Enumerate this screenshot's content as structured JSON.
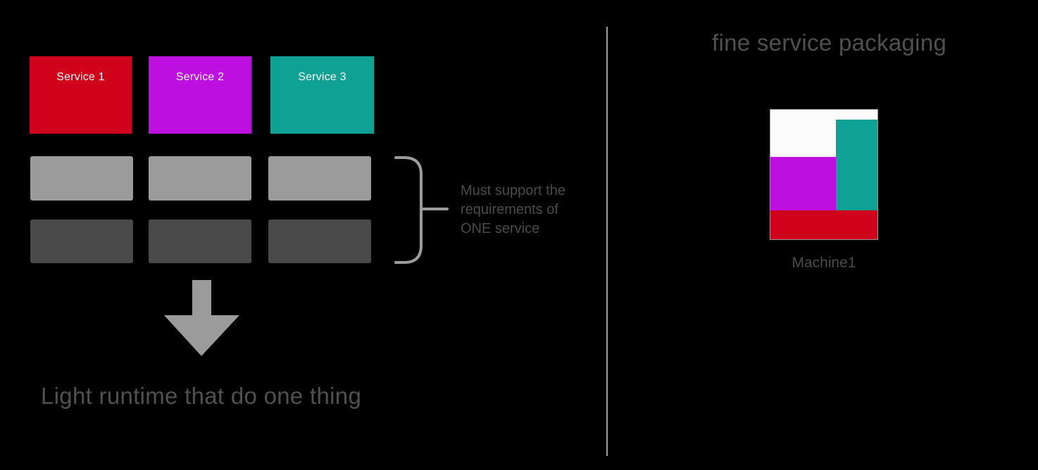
{
  "colors": {
    "background": "#000000",
    "red": "#d0021b",
    "magenta": "#bd10e0",
    "teal": "#0fa294",
    "light_gray": "#9b9b9b",
    "dark_gray": "#4a4a4a",
    "annotation_text": "#4a4a4a",
    "heading_text": "#505050",
    "divider": "#9e9e9e",
    "machine_fill": "#fbfbfb",
    "machine_border": "#979797",
    "service_label_text": "#ffffff"
  },
  "left_panel": {
    "services": [
      {
        "label": "Service 1",
        "color": "#d0021b"
      },
      {
        "label": "Service 2",
        "color": "#bd10e0"
      },
      {
        "label": "Service 3",
        "color": "#0fa294"
      }
    ],
    "runtime_grid": {
      "rows": [
        {
          "name": "runtime-row-light",
          "color": "#9b9b9b",
          "cells": 3
        },
        {
          "name": "runtime-row-dark",
          "color": "#4a4a4a",
          "cells": 3
        }
      ]
    },
    "bracket_note_lines": [
      "Must support the",
      "requirements of",
      "ONE service"
    ],
    "caption": "Light runtime that do one thing"
  },
  "right_panel": {
    "title": "fine service packaging",
    "machine": {
      "label": "Machine1",
      "blocks": [
        {
          "name": "magenta-block",
          "color": "#bd10e0"
        },
        {
          "name": "teal-block",
          "color": "#0fa294"
        },
        {
          "name": "red-block",
          "color": "#d0021b"
        }
      ]
    }
  }
}
